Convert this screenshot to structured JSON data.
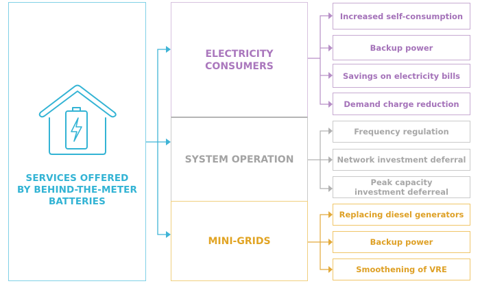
{
  "root": {
    "title_lines": [
      "SERVICES OFFERED",
      "BY BEHIND-THE-METER",
      "BATTERIES"
    ],
    "icon": "house-battery-icon"
  },
  "categories": [
    {
      "id": "electricity-consumers",
      "title_lines": [
        "ELECTRICITY",
        "CONSUMERS"
      ],
      "color": "#aa77bd",
      "services": [
        [
          "Increased self-consumption"
        ],
        [
          "Backup power"
        ],
        [
          "Savings on electricity bills"
        ],
        [
          "Demand charge reduction"
        ]
      ]
    },
    {
      "id": "system-operation",
      "title_lines": [
        "SYSTEM OPERATION"
      ],
      "color": "#a3a3a3",
      "services": [
        [
          "Frequency regulation"
        ],
        [
          "Network investment deferral"
        ],
        [
          "Peak capacity",
          "investment deferreal"
        ]
      ]
    },
    {
      "id": "mini-grids",
      "title_lines": [
        "MINI-GRIDS"
      ],
      "color": "#e1a424",
      "services": [
        [
          "Replacing diesel generators"
        ],
        [
          "Backup power"
        ],
        [
          "Smoothening of VRE"
        ]
      ]
    }
  ],
  "colors": {
    "root": "#32b3d4",
    "root_border": "#7fd0e6",
    "consumers_line": "#b68ec6",
    "system_line": "#b0b0b0",
    "mini_line": "#e2a93a"
  }
}
